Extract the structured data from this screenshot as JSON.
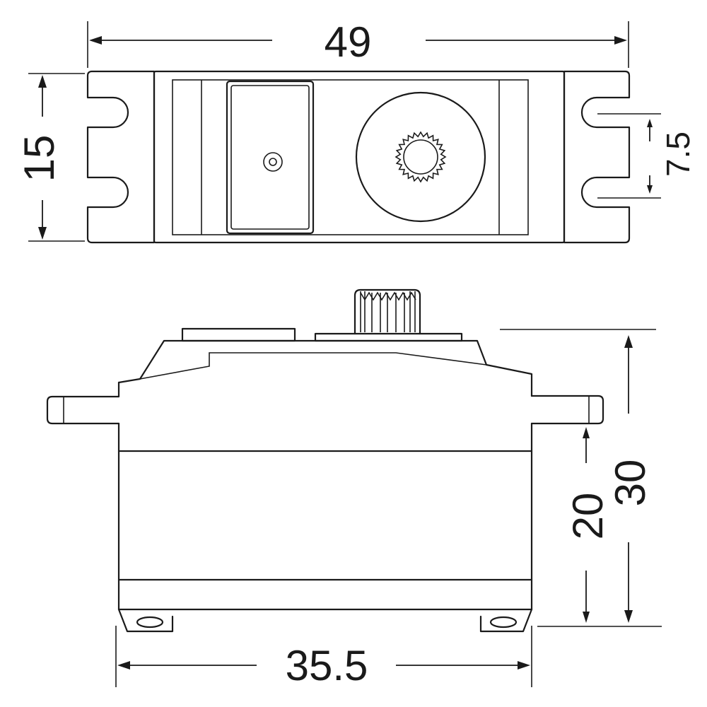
{
  "dimensions": {
    "overall_length": "49",
    "body_height_top_view": "15",
    "mount_hole_spacing": "7.5",
    "body_length": "35.5",
    "body_height_below_tabs": "20",
    "total_height": "30"
  },
  "colors": {
    "line": "#1a1a1a",
    "background": "#ffffff"
  }
}
